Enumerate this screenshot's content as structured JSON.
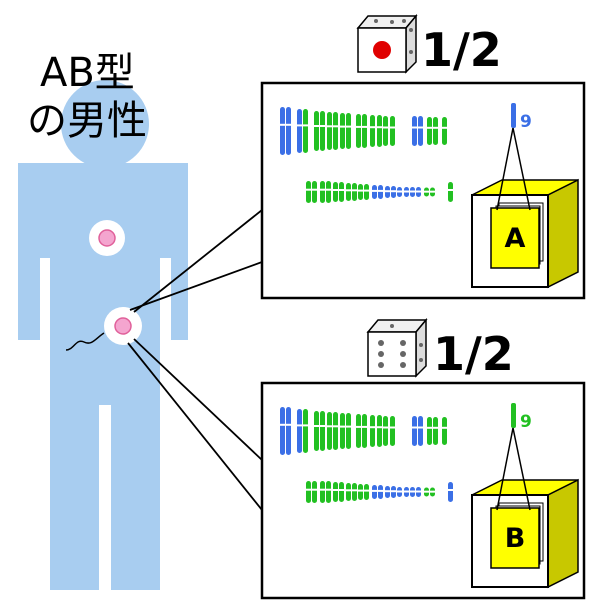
{
  "figure": {
    "title_line1": "AB型",
    "title_line2": "の男性"
  },
  "panels": [
    {
      "probability": "1/2",
      "chromosome_number": "9",
      "chromosome_color": "#3b6fe6",
      "gene": "A",
      "die_icon": "die-one-red-pip-icon",
      "pip_color": "#e00000"
    },
    {
      "probability": "1/2",
      "chromosome_number": "9",
      "chromosome_color": "#22c022",
      "gene": "B",
      "die_icon": "die-six-pips-icon",
      "pip_color": "#555555"
    }
  ],
  "colors": {
    "body": "#a8cdf0",
    "blue_chromosome": "#3b6fe6",
    "green_chromosome": "#22c022",
    "box_yellow": "#ffff00",
    "box_olive": "#c8c800",
    "cell_pink": "#f07ab4"
  }
}
